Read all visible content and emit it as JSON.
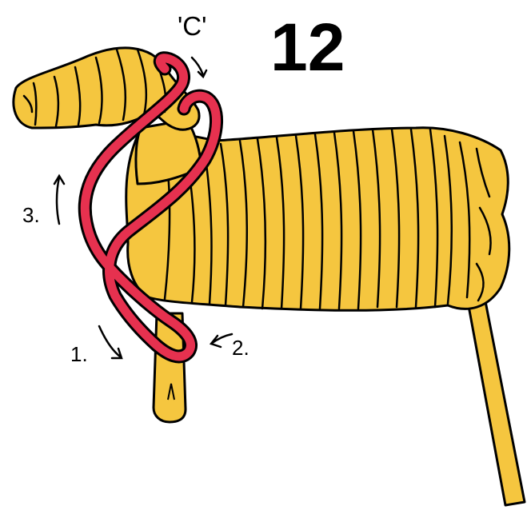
{
  "diagram": {
    "step_number": "12",
    "rope_label": "'C'",
    "step_labels": [
      "1.",
      "2.",
      "3."
    ]
  },
  "colors": {
    "rope_coil": "#f5c63f",
    "rope_coil_lines": "#000000",
    "working_rope": "#e6314f",
    "working_rope_outline": "#000000",
    "background": "#ffffff"
  }
}
